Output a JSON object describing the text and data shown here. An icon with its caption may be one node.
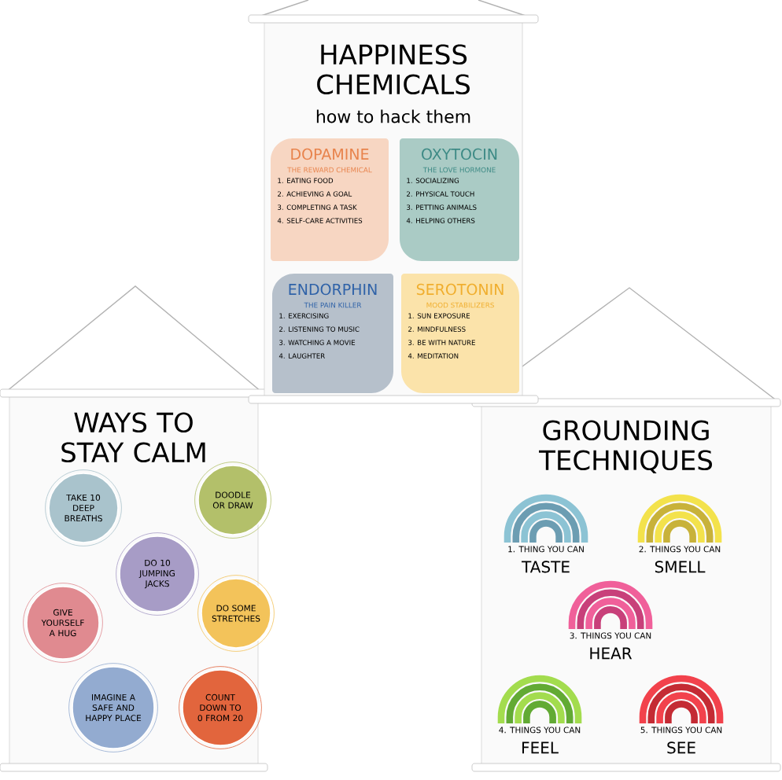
{
  "diagram": {
    "nodes": [
      {
        "text": [
          "HAPPINESS CHEMICALS",
          "how to hack them"
        ]
      },
      {
        "text": [
          "DOPAMINE",
          "THE REWARD CHEMICAL",
          "1. EATING FOOD",
          "2. ACHIEVING A GOAL",
          "3. COMPLETING A TASK",
          "4. SELF-CARE ACTIVITIES"
        ],
        "in": 0
      },
      {
        "text": [
          "OXYTOCIN",
          "THE LOVE HORMONE",
          "1. SOCIALIZING",
          "2. PHYSICAL TOUCH",
          "3. PETTING ANIMALS",
          "4. HELPING OTHERS"
        ],
        "in": 0
      },
      {
        "text": [
          "ENDORPHIN",
          "THE PAIN KILLER",
          "1. EXERCISING",
          "2. LISTENING TO MUSIC",
          "3. WATCHING A MOVIE",
          "4. LAUGHTER"
        ],
        "in": 0
      },
      {
        "text": [
          "SEROTONIN",
          "MOOD STABILIZERS",
          "1. SUN EXPOSURE",
          "2. MINDFULNESS",
          "3. BE WITH NATURE",
          "4. MEDITATION"
        ],
        "in": 0
      },
      {
        "text": [
          "WAYS TO STAY CALM"
        ]
      },
      {
        "text": [
          "TAKE 10 DEEP BREATHS"
        ],
        "in": 5
      },
      {
        "text": [
          "DOODLE OR DRAW"
        ],
        "in": 5
      },
      {
        "text": [
          "DO 10 JUMPING JACKS"
        ],
        "in": 5
      },
      {
        "text": [
          "GIVE YOURSELF A HUG"
        ],
        "in": 5
      },
      {
        "text": [
          "DO SOME STRETCHES"
        ],
        "in": 5
      },
      {
        "text": [
          "IMAGINE A SAFE AND HAPPY PLACE"
        ],
        "in": 5
      },
      {
        "text": [
          "COUNT DOWN TO 0 FROM 20"
        ],
        "in": 5
      },
      {
        "text": [
          "GROUNDING TECHNIQUES"
        ]
      },
      {
        "text": [
          "1. THING YOU CAN",
          "TASTE"
        ],
        "in": 13
      },
      {
        "text": [
          "2. THINGS YOU CAN",
          "SMELL"
        ],
        "in": 13
      },
      {
        "text": [
          "3. THINGS YOU CAN",
          "HEAR"
        ],
        "in": 13
      },
      {
        "text": [
          "4. THINGS YOU CAN",
          "FEEL"
        ],
        "in": 13
      },
      {
        "text": [
          "5. THINGS YOU CAN",
          "SEE"
        ],
        "in": 13
      }
    ]
  }
}
